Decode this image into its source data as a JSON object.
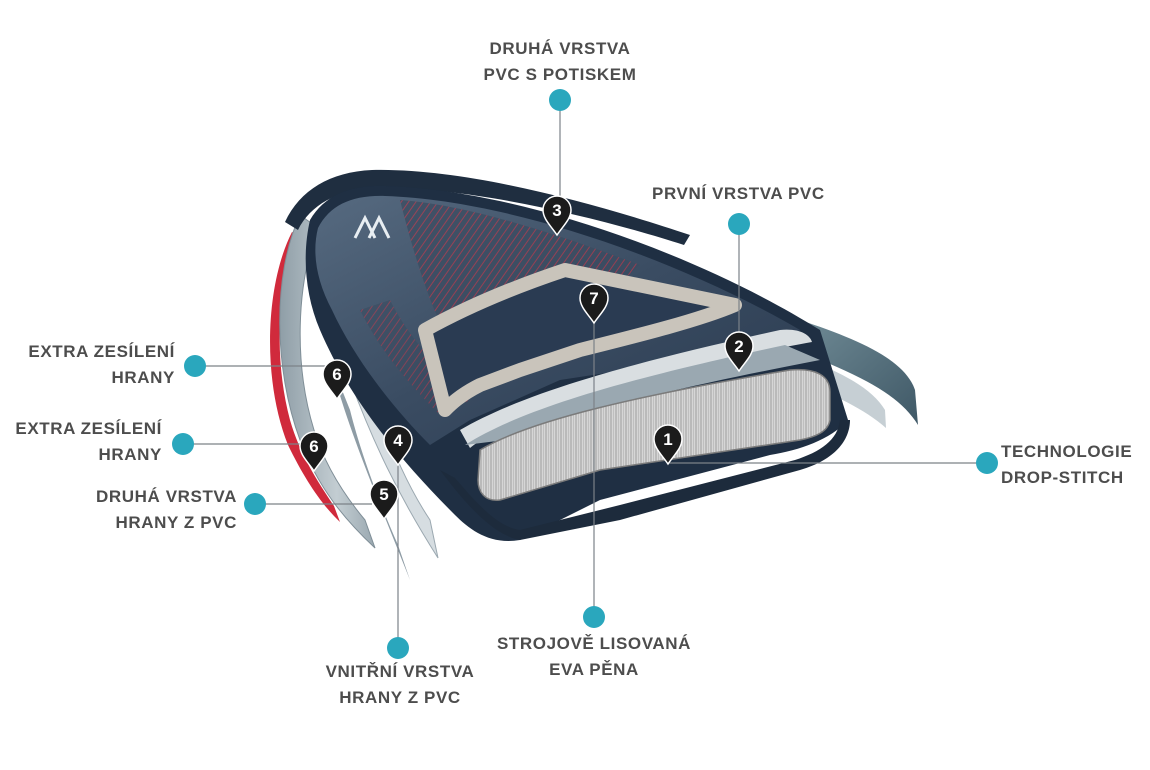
{
  "colors": {
    "callout_dot": "#2aa7bd",
    "label_text": "#4d4d4d",
    "leader_line": "#7c8288",
    "marker_fill": "#1b1b1b",
    "board_navy": "#243447",
    "board_dark": "#1a2838",
    "accent_red": "#d02a3c",
    "pvc_grey": "#a9b6bd",
    "pvc_light": "#d8dde0",
    "foam_grey": "#c9c9c9"
  },
  "callouts": [
    {
      "id": "druha-vrstva-pvc",
      "lines": [
        "DRUHÁ VRSTVA",
        "PVC S POTISKEM"
      ],
      "marker": "3"
    },
    {
      "id": "prvni-vrstva-pvc",
      "lines": [
        "PRVNÍ VRSTVA PVC"
      ],
      "marker": "2"
    },
    {
      "id": "extra-zesileni-hrany-1",
      "lines": [
        "EXTRA ZESÍLENÍ",
        "HRANY"
      ],
      "marker": "6"
    },
    {
      "id": "extra-zesileni-hrany-2",
      "lines": [
        "EXTRA ZESÍLENÍ",
        "HRANY"
      ],
      "marker": "6"
    },
    {
      "id": "druha-vrstva-hrany",
      "lines": [
        "DRUHÁ VRSTVA",
        "HRANY Z PVC"
      ],
      "marker": "5"
    },
    {
      "id": "technologie-drop-stitch",
      "lines": [
        "TECHNOLOGIE",
        "DROP-STITCH"
      ],
      "marker": "1"
    },
    {
      "id": "strojove-lisovana",
      "lines": [
        "STROJOVĚ LISOVANÁ",
        "EVA PĚNA"
      ],
      "marker": "7"
    },
    {
      "id": "vnitrni-vrstva-hrany",
      "lines": [
        "VNITŘNÍ VRSTVA",
        "HRANY Z PVC"
      ],
      "marker": "4"
    }
  ]
}
